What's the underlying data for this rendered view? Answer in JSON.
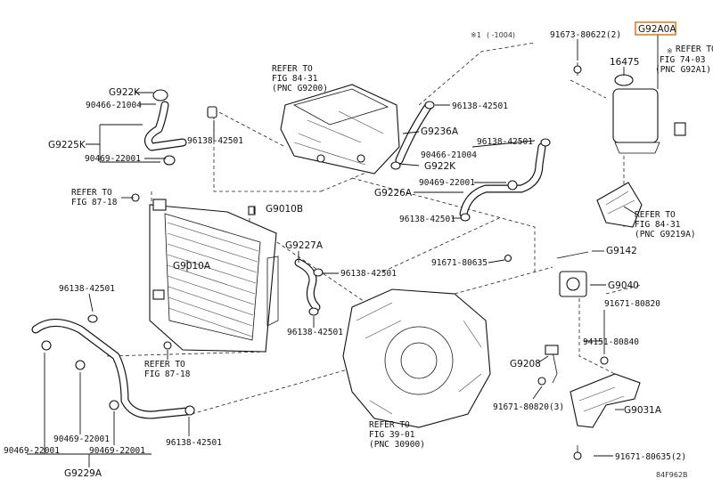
{
  "labels": {
    "g922k_top": "G922K",
    "p90466_top": "90466-21004",
    "g9225k": "G9225K",
    "p90469_top": "90469-22001",
    "p96138_rad_top": "96138-42501",
    "refer_87_18_top_1": "REFER TO",
    "refer_87_18_top_2": "FIG 87-18",
    "g9010b": "G9010B",
    "g9010a": "G9010A",
    "p96138_left": "96138-42501",
    "refer_87_18_bot_1": "REFER TO",
    "refer_87_18_bot_2": "FIG 87-18",
    "p90469_bl_a": "90469-22001",
    "p90469_bl_b": "90469-22001",
    "p90469_bl_c": "90469-22001",
    "g9229a": "G9229A",
    "p96138_bottom": "96138-42501",
    "refer_84_31_top_1": "REFER TO",
    "refer_84_31_top_2": "FIG 84-31",
    "refer_84_31_top_3": "(PNC G9200)",
    "note_1004_mark": "※1",
    "note_1004_text": "(    -1004)",
    "p96138_mid_top": "96138-42501",
    "g9236a": "G9236A",
    "p90466_mid": "90466-21004",
    "g922k_mid": "G922K",
    "p96138_mid_right": "96138-42501",
    "p90469_mid": "90469-22001",
    "g9226a": "G9226A",
    "p96138_mid_low": "96138-42501",
    "g9227a": "G9227A",
    "p96138_g9227a_a": "96138-42501",
    "p96138_g9227a_b": "96138-42501",
    "refer_39_01_1": "REFER TO",
    "refer_39_01_2": "FIG 39-01",
    "refer_39_01_3": "(PNC 30900)",
    "p91673": "91673-80622(2)",
    "g92a0a": "G92A0A",
    "p16475": "16475",
    "refer_74_03_mark": "※",
    "refer_74_03_1": "REFER TO",
    "refer_74_03_2": "FIG 74-03",
    "refer_74_03_3": "(PNC G92A1)",
    "refer_84_31_right_1": "REFER TO",
    "refer_84_31_right_2": "FIG 84-31",
    "refer_84_31_right_3": "(PNC G9219A)",
    "g9142": "G9142",
    "p91671_80635": "91671-80635",
    "g9040": "G9040",
    "p91671_80820": "91671-80820",
    "p94151": "94151-80840",
    "g9208": "G9208",
    "p91671_80820_3": "91671-80820(3)",
    "g9031a": "G9031A",
    "p91671_80635_2": "91671-80635(2)",
    "figure_code": "84F962B"
  },
  "highlight_color": "#e67e22"
}
